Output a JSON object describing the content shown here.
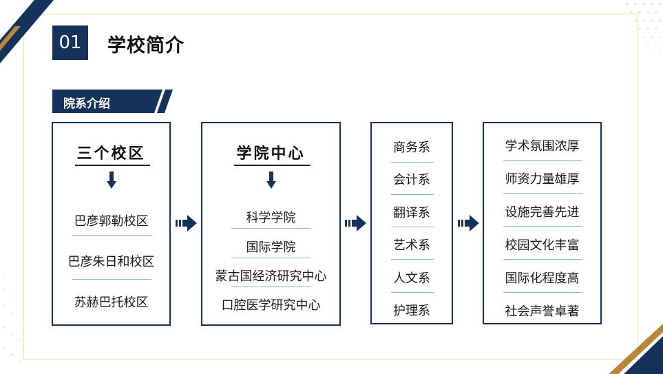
{
  "header": {
    "number": "01",
    "title": "学校简介"
  },
  "section_label": "院系介绍",
  "colors": {
    "navy": "#14325c",
    "gold": "#b8863b",
    "separator": "#7fb3d5",
    "frame": "#efe3a8"
  },
  "campuses": {
    "title": "三个校区",
    "items": [
      "巴彦郭勒校区",
      "巴彦朱日和校区",
      "苏赫巴托校区"
    ]
  },
  "colleges": {
    "title": "学院中心",
    "items": [
      "科学学院",
      "国际学院",
      "蒙古国经济研究中心",
      "口腔医学研究中心"
    ]
  },
  "departments": {
    "items": [
      "商务系",
      "会计系",
      "翻译系",
      "艺术系",
      "人文系",
      "护理系"
    ]
  },
  "features": {
    "items": [
      "学术氛围浓厚",
      "师资力量雄厚",
      "设施完善先进",
      "校园文化丰富",
      "国际化程度高",
      "社会声誉卓著"
    ]
  },
  "icons": {
    "down": "down-arrow-icon",
    "right": "double-right-arrow-icon"
  }
}
